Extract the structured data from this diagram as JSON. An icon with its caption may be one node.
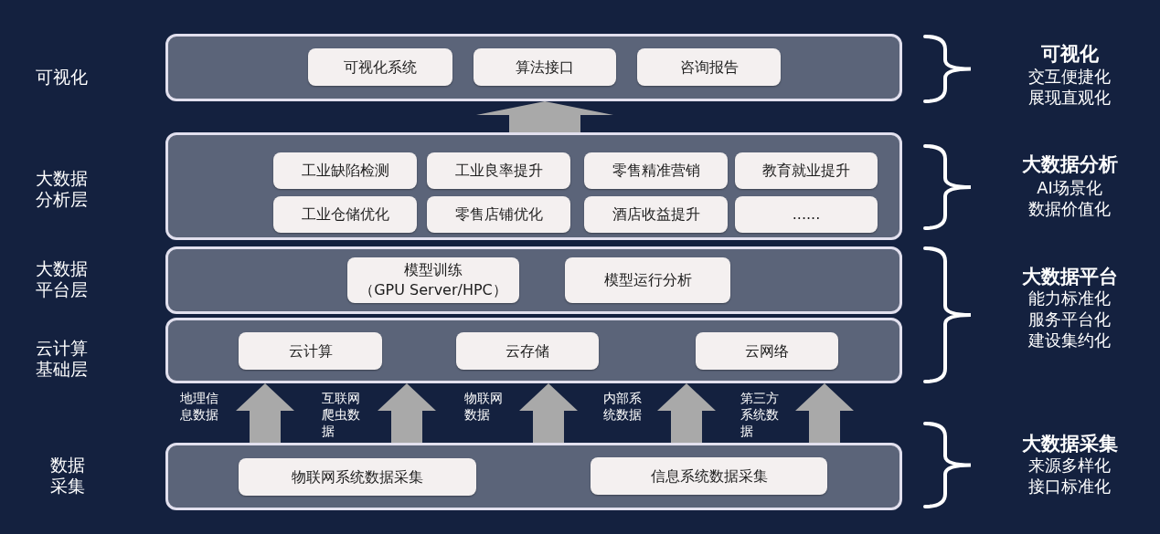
{
  "diagram": {
    "nodes": [
      {
        "text": [
          "可视化"
        ]
      },
      {
        "text": [
          "可视化系统"
        ],
        "in": 0
      },
      {
        "text": [
          "算法接口"
        ],
        "in": 0
      },
      {
        "text": [
          "咨询报告"
        ],
        "in": 0
      },
      {
        "text": [
          "大数据分析层"
        ]
      },
      {
        "text": [
          "工业缺陷检测"
        ],
        "in": 4
      },
      {
        "text": [
          "工业良率提升"
        ],
        "in": 4
      },
      {
        "text": [
          "零售精准营销"
        ],
        "in": 4
      },
      {
        "text": [
          "教育就业提升"
        ],
        "in": 4
      },
      {
        "text": [
          "工业仓储优化"
        ],
        "in": 4
      },
      {
        "text": [
          "零售店铺优化"
        ],
        "in": 4
      },
      {
        "text": [
          "酒店收益提升"
        ],
        "in": 4
      },
      {
        "text": [
          "......"
        ],
        "in": 4
      },
      {
        "text": [
          "大数据平台层"
        ]
      },
      {
        "text": [
          "模型训练",
          "（GPU Server/HPC）"
        ],
        "in": 13
      },
      {
        "text": [
          "模型运行分析"
        ],
        "in": 13
      },
      {
        "text": [
          "云计算基础层"
        ]
      },
      {
        "text": [
          "云计算"
        ],
        "in": 16
      },
      {
        "text": [
          "云存储"
        ],
        "in": 16
      },
      {
        "text": [
          "云网络"
        ],
        "in": 16
      },
      {
        "text": [
          "数据采集"
        ]
      },
      {
        "text": [
          "物联网系统数据采集"
        ],
        "in": 20
      },
      {
        "text": [
          "信息系统数据采集"
        ],
        "in": 20
      }
    ],
    "edges": [
      {
        "from": 4,
        "to": 0,
        "arrow": "to"
      },
      {
        "from": 20,
        "to": 16,
        "arrow": "to",
        "label": "地理信息数据"
      },
      {
        "from": 20,
        "to": 16,
        "arrow": "to",
        "label": "互联网爬虫数据"
      },
      {
        "from": 20,
        "to": 16,
        "arrow": "to",
        "label": "物联网数据"
      },
      {
        "from": 20,
        "to": 16,
        "arrow": "to",
        "label": "内部系统数据"
      },
      {
        "from": 20,
        "to": 16,
        "arrow": "to",
        "label": "第三方系统数据"
      }
    ],
    "labels": [
      "可视化",
      "交互便捷化",
      "展现直观化",
      "大数据分析",
      "AI场景化",
      "数据价值化",
      "大数据平台",
      "能力标准化",
      "服务平台化",
      "建设集约化",
      "大数据采集",
      "来源多样化",
      "接口标准化"
    ]
  }
}
